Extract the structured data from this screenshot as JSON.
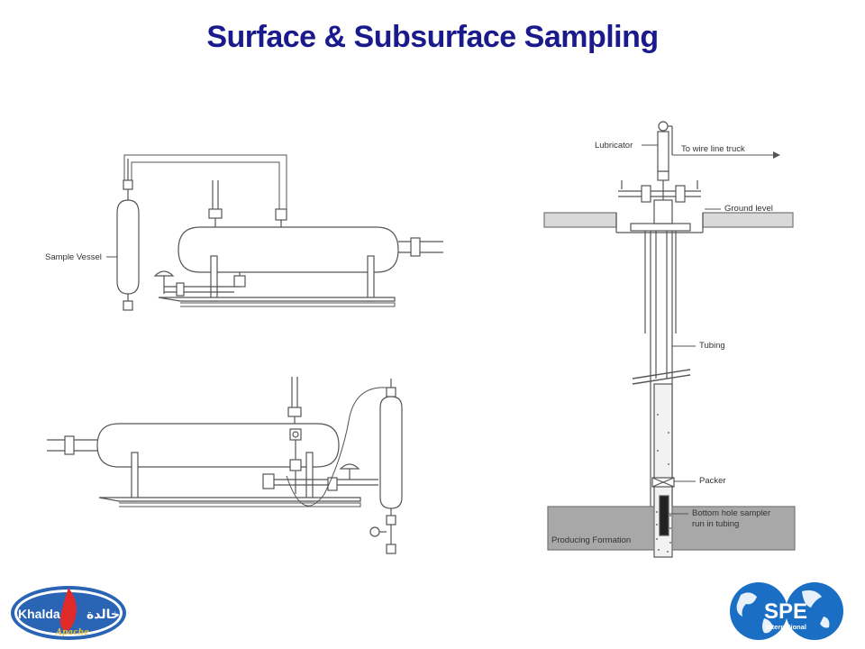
{
  "title": "Surface & Subsurface Sampling",
  "labels": {
    "sample_vessel": "Sample Vessel",
    "lubricator": "Lubricator",
    "wire_line": "To wire line truck",
    "ground_level": "Ground level",
    "tubing": "Tubing",
    "packer": "Packer",
    "sampler_line1": "Bottom hole sampler",
    "sampler_line2": "run in tubing",
    "formation": "Producing Formation"
  },
  "logos": {
    "left": {
      "text_latin": "Khalda",
      "text_arabic": "خالدة",
      "text_sub": "Apache"
    },
    "right": {
      "text_main": "SPE",
      "text_sub": "International"
    }
  },
  "colors": {
    "title": "#1a1a8c",
    "line": "#555555",
    "ground": "#a8a8a8",
    "spe_blue": "#1a6fc4"
  }
}
